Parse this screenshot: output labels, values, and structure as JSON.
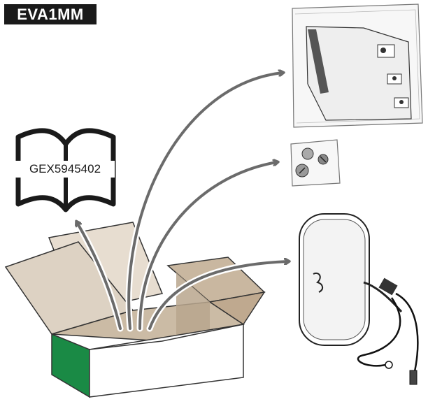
{
  "header": {
    "model_label": "EVA1MM"
  },
  "manual": {
    "document_code": "GEX5945402"
  },
  "contents": [
    {
      "item": "box",
      "icon": "open-box-icon"
    },
    {
      "item": "manual",
      "icon": "manual-book-icon"
    },
    {
      "item": "module",
      "icon": "modem-module-bag-icon"
    },
    {
      "item": "screws",
      "icon": "screws-bag-icon"
    },
    {
      "item": "antenna",
      "icon": "antenna-icon"
    }
  ],
  "colors": {
    "box_green": "#1a8a45",
    "box_flap": "#d9cdbb",
    "box_shadow": "#b9a68d",
    "arrow_gray": "#6b6b6b",
    "tag_bg": "#1a1a1a"
  }
}
